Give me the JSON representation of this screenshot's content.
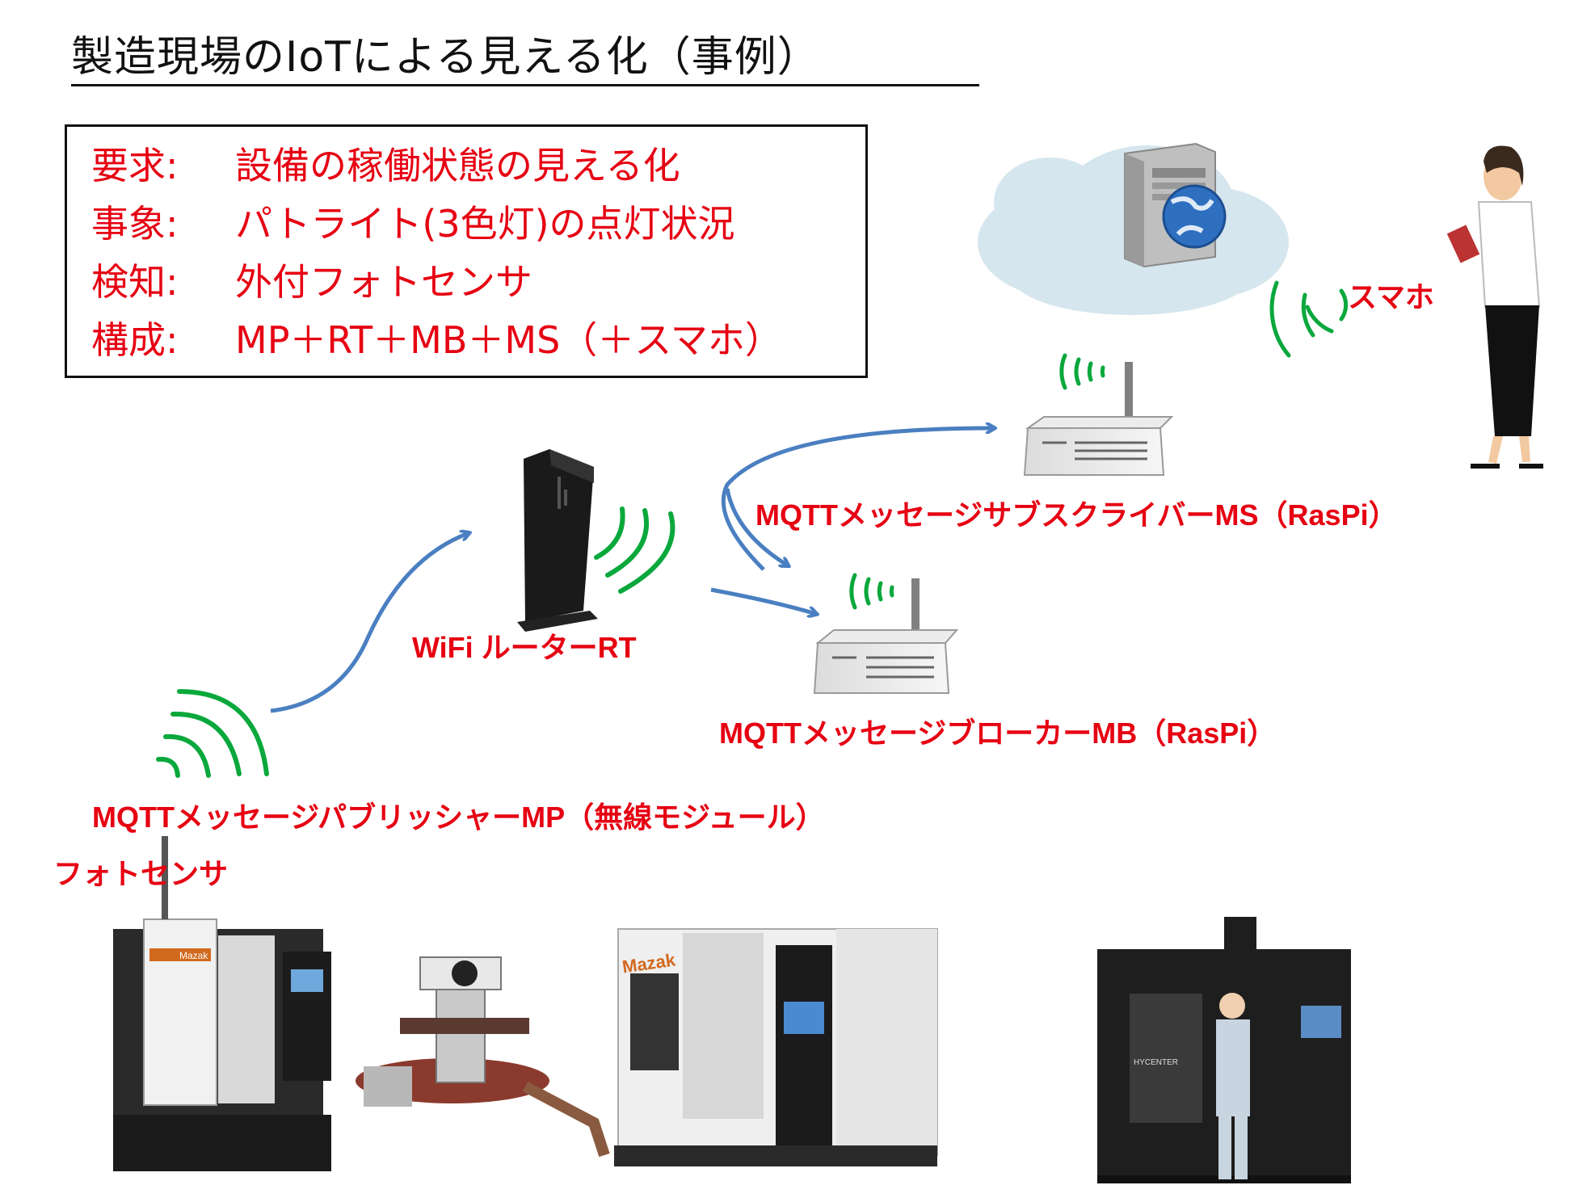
{
  "title": "製造現場のIoTによる見える化（事例）",
  "requirements": [
    {
      "key": "要求:",
      "value": "設備の稼働状態の見える化"
    },
    {
      "key": "事象:",
      "value": "パトライト(3色灯)の点灯状況"
    },
    {
      "key": "検知:",
      "value": "外付フォトセンサ"
    },
    {
      "key": "構成:",
      "value": "MP＋RT＋MB＋MS（＋スマホ）"
    }
  ],
  "labels": {
    "smartphone": "スマホ",
    "subscriber": "MQTTメッセージサブスクライバーMS（RasPi）",
    "router": "WiFi ルーターRT",
    "broker": "MQTTメッセージブローカーMB（RasPi）",
    "publisher": "MQTTメッセージパブリッシャーMP（無線モジュール）",
    "photosensor": "フォトセンサ"
  },
  "machine_brands": {
    "machine1": "Mazak",
    "machine3": "Mazak",
    "machine4": "HYCENTER"
  },
  "colors": {
    "label_red": "#e60012",
    "wave_green": "#0aa83c",
    "arrow_blue": "#4a7fc1",
    "cloud": "#d6e6ee"
  }
}
